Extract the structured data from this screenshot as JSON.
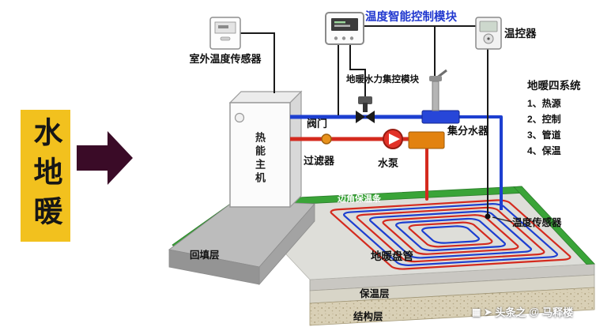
{
  "banner": {
    "text": "水地暖"
  },
  "top": {
    "outdoor_sensor_label": "室外温度传感器",
    "control_module_title": "温度智能控制模块",
    "thermostat_label": "温控器",
    "hydraulic_module_label": "地暖水力集控模块"
  },
  "loop": {
    "heat_unit_label": "热能主机",
    "valve_label": "阀门",
    "filter_label": "过滤器",
    "pump_label": "水泵",
    "manifold_label": "集分水器"
  },
  "systems": {
    "title": "地暖四系统",
    "items": [
      "1、热源",
      "2、控制",
      "3、管道",
      "4、保温"
    ]
  },
  "floor": {
    "edge_insulation_label": "边角保温条",
    "temp_sensor_label": "温度传感器",
    "backfill_label": "回填层",
    "coil_label": "地暖盘管",
    "insulation_label": "保温层",
    "structure_label": "结构层"
  },
  "watermark": {
    "prefix": "头条之",
    "at": "@",
    "handle": "马释楼"
  },
  "colors": {
    "banner_bg": "#f2c11e",
    "arrow": "#3a0b27",
    "title_blue": "#2138cf",
    "pipe_hot_red": "#d42a1e",
    "pipe_cold_blue": "#1d3fd0",
    "manifold_orange": "#e2820f",
    "edge_strip_green": "#3aa438"
  }
}
